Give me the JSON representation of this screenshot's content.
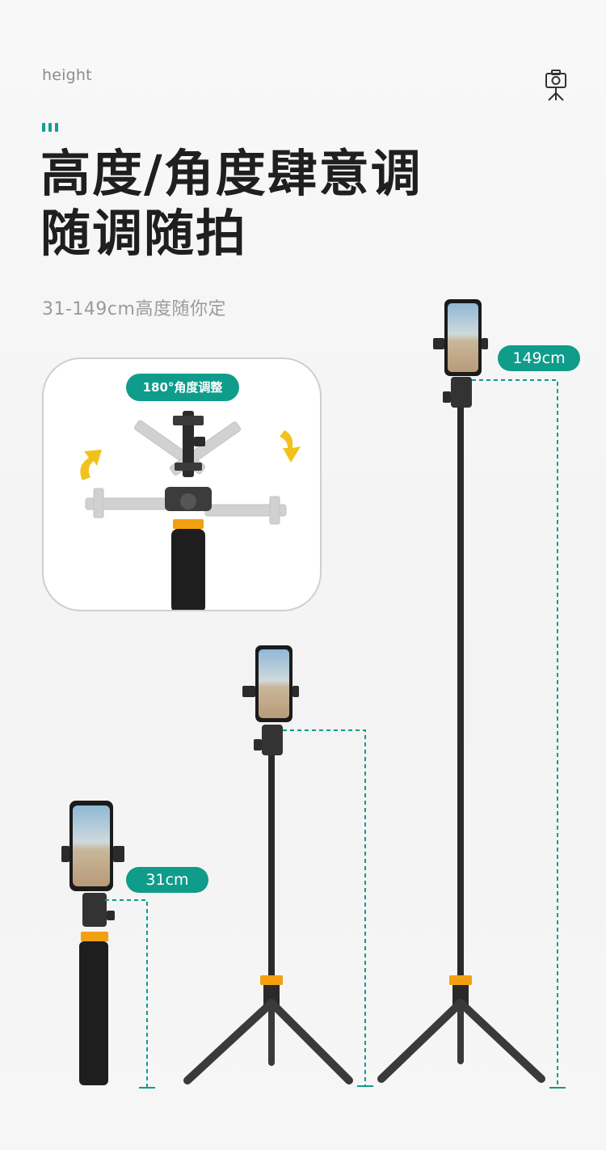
{
  "header": {
    "eyebrow": "height",
    "icon": "camera-tripod-icon"
  },
  "headline": {
    "line1": "高度/角度肆意调",
    "line2": "随调随拍"
  },
  "subline": "31-149cm高度随你定",
  "angle_panel": {
    "label": "180°角度调整"
  },
  "measurements": {
    "max": "149cm",
    "min": "31cm"
  },
  "colors": {
    "accent": "#0f9c8b",
    "headline": "#1f1f1f",
    "ring": "#f2a012",
    "arrow": "#f1c21b"
  }
}
